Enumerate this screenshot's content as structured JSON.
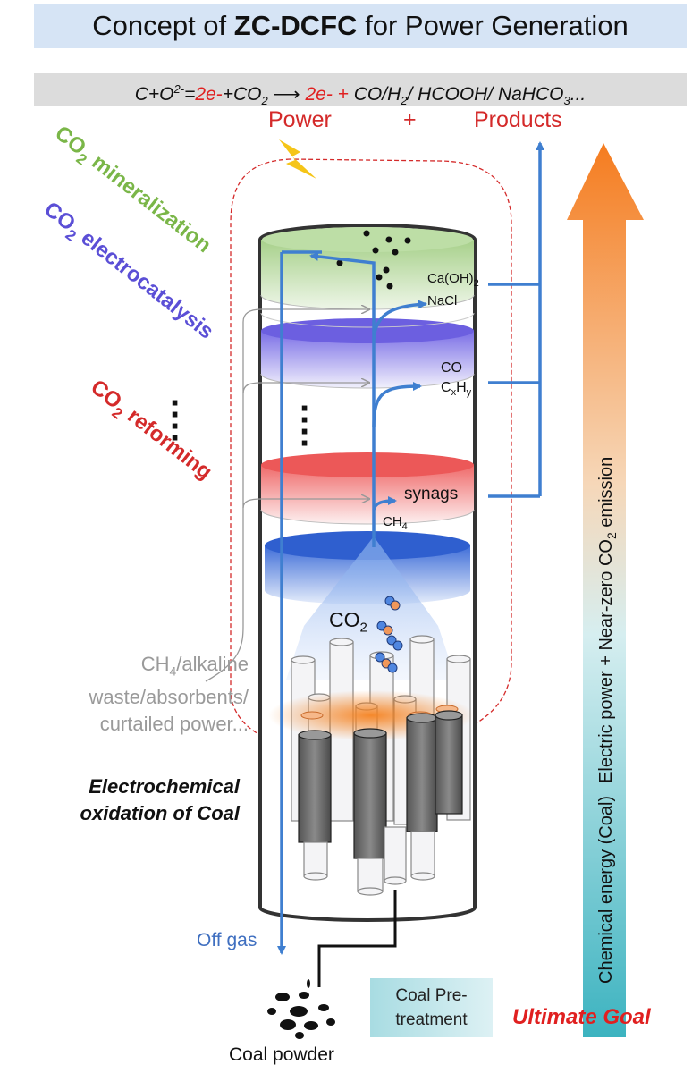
{
  "title": {
    "prefix": "Concept of ",
    "bold": "ZC-DCFC",
    "suffix": " for Power Generation"
  },
  "equation": {
    "part1": "C+O",
    "part1_sup": "2-",
    "part2": "=",
    "electrons1": "2e-",
    "part3": "+CO",
    "part3_sub": "2",
    "arrow": " ⟶ ",
    "electrons2": "2e- +",
    "part4": " CO/H",
    "part4_sub": "2",
    "part5": "/ HCOOH/ NaHCO",
    "part5_sub": "3",
    "part6": "..."
  },
  "outputs": {
    "power": "Power",
    "plus": "+",
    "products": "Products"
  },
  "processes": {
    "mineralization": {
      "prefix": "CO",
      "sub": "2",
      "suffix": " mineralization",
      "color": "#7ab648"
    },
    "electrocatalysis": {
      "prefix": "CO",
      "sub": "2",
      "suffix": " electrocatalysis",
      "color": "#5b4fd6"
    },
    "reforming": {
      "prefix": "CO",
      "sub": "2",
      "suffix": " reforming",
      "color": "#d42a2a"
    }
  },
  "layer_labels": {
    "ca_oh": {
      "main": "Ca(OH)",
      "sub": "2"
    },
    "nacl": "NaCl",
    "co": "CO",
    "cxhy": {
      "c": "C",
      "x": "x",
      "h": "H",
      "y": "y"
    },
    "syngas": "synags",
    "ch4": {
      "main": "CH",
      "sub": "4"
    },
    "co2": {
      "main": "CO",
      "sub": "2"
    }
  },
  "inputs": {
    "line1": {
      "main": "CH",
      "sub": "4",
      "rest": "/alkaline"
    },
    "line2": "waste/absorbents/",
    "line3": "curtailed power..."
  },
  "electrochemical": {
    "line1": "Electrochemical",
    "line2": "oxidation of Coal"
  },
  "off_gas": "Off gas",
  "coal_powder": "Coal powder",
  "pretreatment": {
    "line1": "Coal Pre-",
    "line2": "treatment"
  },
  "goal_arrow": {
    "bottom_text": "Chemical energy (Coal)",
    "top_text": {
      "prefix": "Electric power + Near-zero CO",
      "sub": "2",
      "suffix": " emission"
    }
  },
  "ultimate_goal": "Ultimate Goal",
  "colors": {
    "flow_blue": "#3f7fd0",
    "red_text": "#d42a2a",
    "orange": "#f58220",
    "teal": "#4fb8c4",
    "lightning": "#f5c518"
  }
}
